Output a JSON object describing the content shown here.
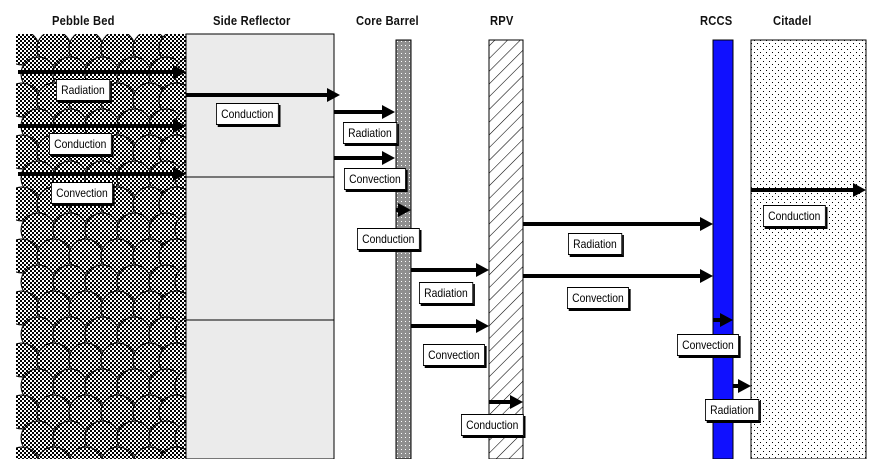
{
  "headers": {
    "pebble_bed": "Pebble Bed",
    "side_reflector": "Side Reflector",
    "core_barrel": "Core Barrel",
    "rpv": "RPV",
    "rccs": "RCCS",
    "citadel": "Citadel"
  },
  "labels": {
    "pb_radiation": "Radiation",
    "pb_conduction": "Conduction",
    "pb_convection": "Convection",
    "sr_conduction": "Conduction",
    "gap1_radiation": "Radiation",
    "gap1_convection": "Convection",
    "cb_conduction": "Conduction",
    "gap2_radiation": "Radiation",
    "gap2_convection": "Convection",
    "rpv_conduction": "Conduction",
    "gap3_radiation": "Radiation",
    "gap3_convection": "Convection",
    "rccs_convection": "Convection",
    "rccs_radiation": "Radiation",
    "citadel_conduction": "Conduction"
  },
  "colors": {
    "rccs_fill": "#1010ff",
    "reflector_fill": "#ebebeb",
    "core_barrel_fill": "#9a9a9a",
    "pebble_fill": "#555555"
  }
}
